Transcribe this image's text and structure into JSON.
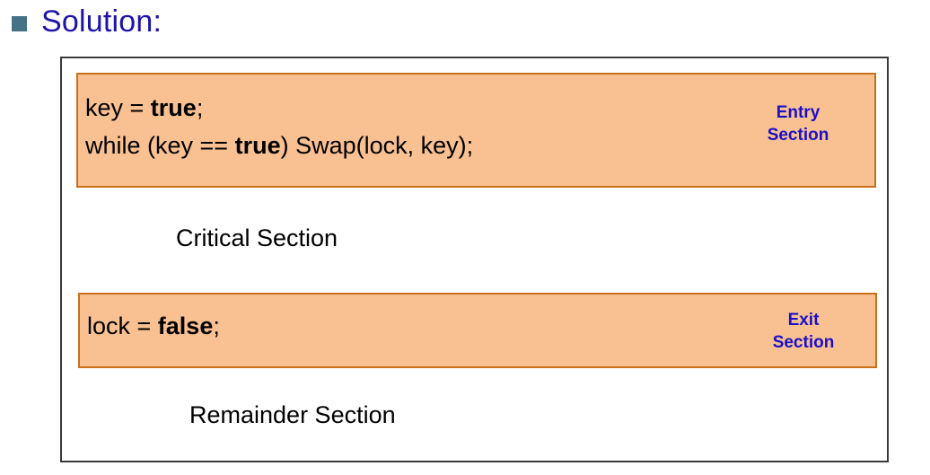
{
  "slide": {
    "bullet_icon": "square-bullet-icon",
    "heading": "Solution:",
    "heading_color": "#1f14a8",
    "bullet_color": "#457287"
  },
  "diagram": {
    "frame_border_color": "#3b3b3b",
    "block_fill_color": "#f9c091",
    "block_border_color": "#c8701c",
    "label_color": "#1a10c8",
    "blocks": [
      {
        "id": "entry-section",
        "label": "Entry\nSection",
        "code_lines": [
          {
            "prefix": "key = ",
            "bold": "true",
            "suffix": ";"
          },
          {
            "prefix": "while (key == ",
            "bold": "true",
            "suffix": ") Swap(lock, key);"
          }
        ]
      },
      {
        "id": "exit-section",
        "label": "Exit\nSection",
        "code_lines": [
          {
            "prefix": "lock = ",
            "bold": "false",
            "suffix": ";"
          }
        ]
      }
    ],
    "plain_rows": [
      {
        "id": "critical-section",
        "text": "Critical Section"
      },
      {
        "id": "remainder-section",
        "text": "Remainder Section"
      }
    ]
  }
}
